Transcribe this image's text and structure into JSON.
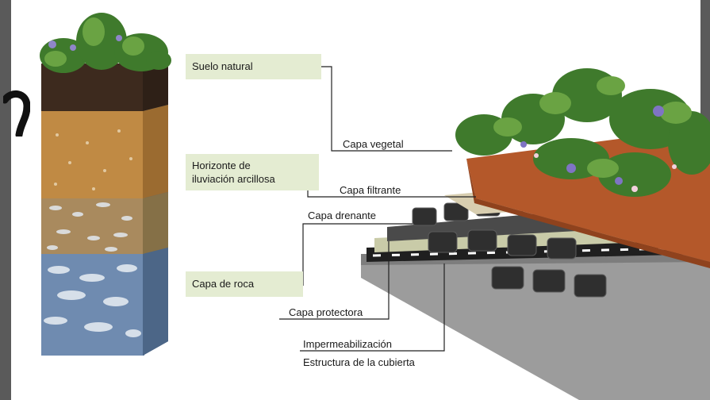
{
  "soil_labels": {
    "natural": "Suelo natural",
    "clay_line1": "Horizonte de",
    "clay_line2": "iluviación arcillosa",
    "rock": "Capa de roca"
  },
  "roof_labels": {
    "vegetal": "Capa vegetal",
    "filtrante": "Capa filtrante",
    "drenante": "Capa drenante",
    "protectora": "Capa protectora",
    "impermeabilizacion": "Impermeabilización",
    "estructura": "Estructura de la cubierta"
  },
  "colors": {
    "label_box": "#e4ecd2",
    "frame": "#5a5a5a",
    "vegetation": "#3f7a2c",
    "soil_topsoil": "#3d2a1e",
    "soil_clay": "#c08a44",
    "soil_rock": "#6f8bb0",
    "drainage": "#3a3a3a",
    "concrete": "#9c9c9c"
  }
}
